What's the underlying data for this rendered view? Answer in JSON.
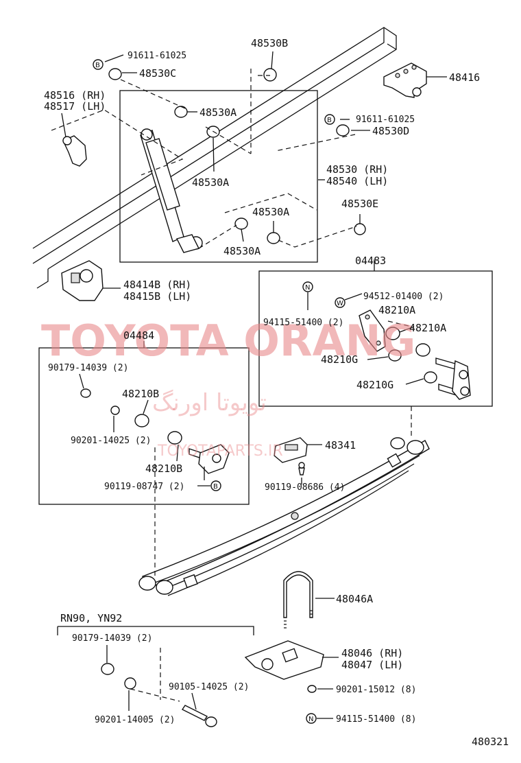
{
  "diagram": {
    "id": "480321",
    "watermark": {
      "text": "TOYOTA ORANG",
      "persian": "تویوتا اورنگ",
      "site": "TOYOTAPARTS.IR"
    },
    "symbols": {
      "b": "B",
      "n": "N",
      "w": "W"
    },
    "labels": {
      "p91611_top": "91611-61025",
      "p48530C": "48530C",
      "p48530B": "48530B",
      "p48416": "48416",
      "p48516": "48516 (RH)",
      "p48517": "48517 (LH)",
      "p48530A_1": "48530A",
      "p91611_right": "91611-61025",
      "p48530D": "48530D",
      "p48530A_2": "48530A",
      "p48530": "48530 (RH)",
      "p48540": "48540 (LH)",
      "p48530E": "48530E",
      "p48530A_3": "48530A",
      "p48530A_4": "48530A",
      "p04483": "04483",
      "p48414B": "48414B (RH)",
      "p48415B": "48415B (LH)",
      "p94512": "94512-01400 (2)",
      "p94115_a": "94115-51400 (2)",
      "p48210A_1": "48210A",
      "p48210A_2": "48210A",
      "p04484": "04484",
      "p48210G_1": "48210G",
      "p48210G_2": "48210G",
      "p90179_a": "90179-14039 (2)",
      "p48210B_1": "48210B",
      "p90201_a": "90201-14025 (2)",
      "p48341": "48341",
      "p48210B_2": "48210B",
      "p90119_a": "90119-08747 (2)",
      "p90119_b": "90119-08686 (4)",
      "p48046A": "48046A",
      "rn90": "RN90, YN92",
      "p90179_b": "90179-14039 (2)",
      "p48046": "48046 (RH)",
      "p48047": "48047 (LH)",
      "p90105": "90105-14025 (2)",
      "p90201_c": "90201-15012 (8)",
      "p90201_b": "90201-14005 (2)",
      "p94115_b": "94115-51400 (8)"
    }
  }
}
